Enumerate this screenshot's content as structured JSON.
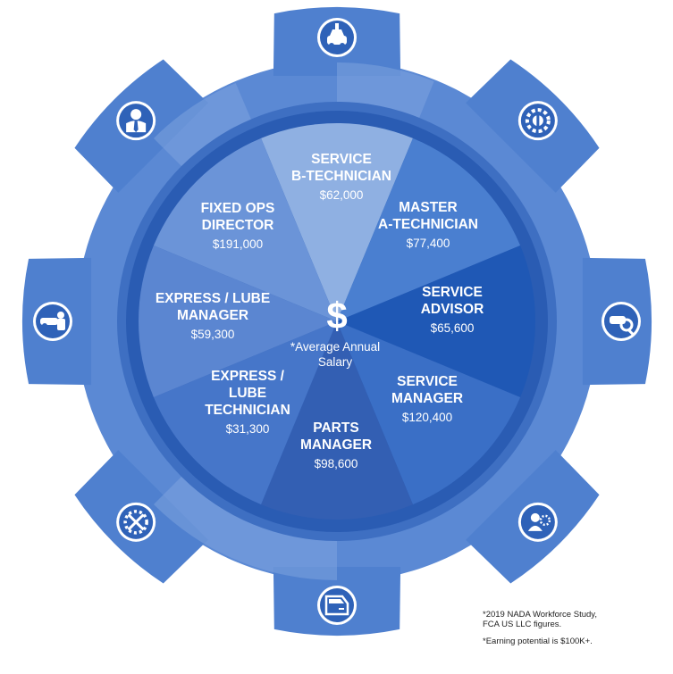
{
  "center": {
    "symbol": "$",
    "caption_line1": "*Average Annual",
    "caption_line2": "Salary"
  },
  "roles": [
    {
      "id": "service-b-technician",
      "title": [
        "SERVICE",
        "B-TECHNICIAN"
      ],
      "salary": "$62,000",
      "shade": "#8fb0e2"
    },
    {
      "id": "master-a-technician",
      "title": [
        "MASTER",
        "A-TECHNICIAN"
      ],
      "salary": "$77,400",
      "shade": "#4a7fd0"
    },
    {
      "id": "service-advisor",
      "title": [
        "SERVICE",
        "ADVISOR"
      ],
      "salary": "$65,600",
      "shade": "#1f58b5"
    },
    {
      "id": "service-manager",
      "title": [
        "SERVICE",
        "MANAGER"
      ],
      "salary": "$120,400",
      "shade": "#3a6fc6"
    },
    {
      "id": "parts-manager",
      "title": [
        "PARTS",
        "MANAGER"
      ],
      "salary": "$98,600",
      "shade": "#335fb3"
    },
    {
      "id": "express-lube-technician",
      "title": [
        "EXPRESS /",
        "LUBE",
        "TECHNICIAN"
      ],
      "salary": "$31,300",
      "shade": "#4676c9"
    },
    {
      "id": "express-lube-manager",
      "title": [
        "EXPRESS / LUBE",
        "MANAGER"
      ],
      "salary": "$59,300",
      "shade": "#5b86d1"
    },
    {
      "id": "fixed-ops-director",
      "title": [
        "FIXED OPS",
        "DIRECTOR"
      ],
      "salary": "$191,000",
      "shade": "#6b94d8"
    }
  ],
  "icons": [
    {
      "name": "car-wrench-icon"
    },
    {
      "name": "gear-wrench-icon"
    },
    {
      "name": "car-magnifier-icon"
    },
    {
      "name": "person-gear-icon"
    },
    {
      "name": "car-door-icon"
    },
    {
      "name": "gears-tools-icon"
    },
    {
      "name": "mechanic-under-car-icon"
    },
    {
      "name": "businessman-icon"
    }
  ],
  "footnotes": {
    "source": "*2019 NADA Workforce Study,\nFCA US LLC figures.",
    "earning": "*Earning potential is $100K+."
  },
  "colors": {
    "gear_outer": "#5b89d4",
    "gear_tooth": "#4f80cf",
    "ring_dark": "#2a5cb3",
    "highlight": "#9cb8e6",
    "text": "#ffffff"
  }
}
